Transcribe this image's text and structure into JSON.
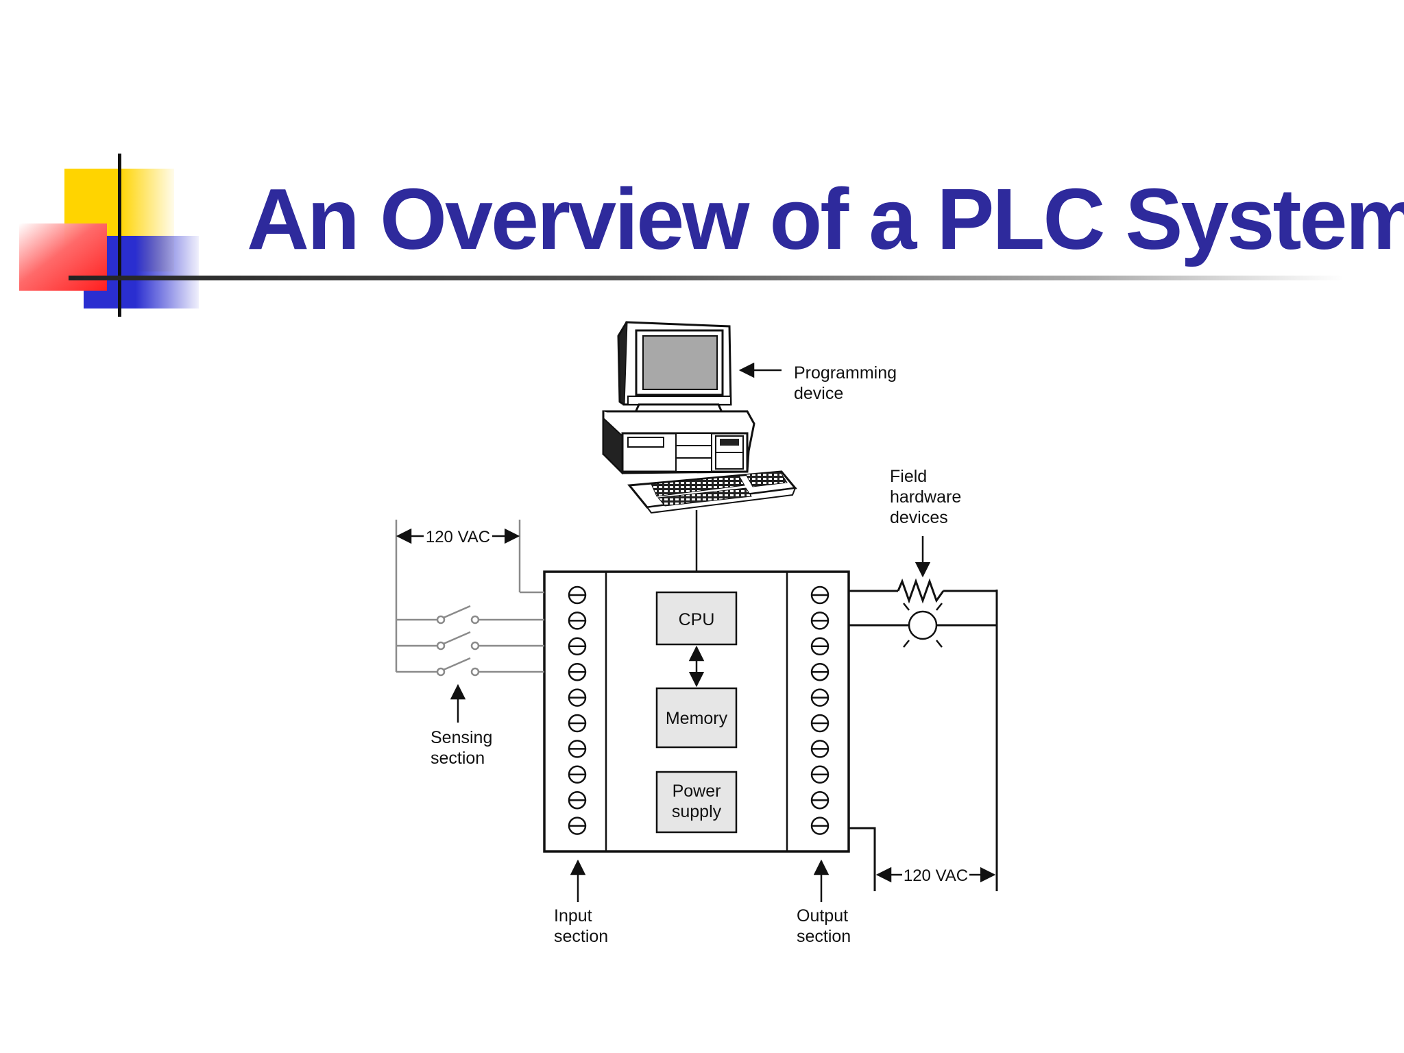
{
  "slide": {
    "title": "An Overview of a PLC System",
    "title_color": "#2e2a9c"
  },
  "diagram": {
    "programming_device_label": [
      "Programming",
      "device"
    ],
    "field_devices_label": [
      "Field",
      "hardware",
      "devices"
    ],
    "sensing_label": [
      "Sensing",
      "section"
    ],
    "input_label": [
      "Input",
      "section"
    ],
    "output_label": [
      "Output",
      "section"
    ],
    "voltage_top": "120 VAC",
    "voltage_bottom": "120 VAC",
    "cpu_label": "CPU",
    "memory_label": "Memory",
    "power_supply_label": [
      "Power",
      "supply"
    ],
    "input_terminal_count": 10,
    "output_terminal_count": 10
  }
}
